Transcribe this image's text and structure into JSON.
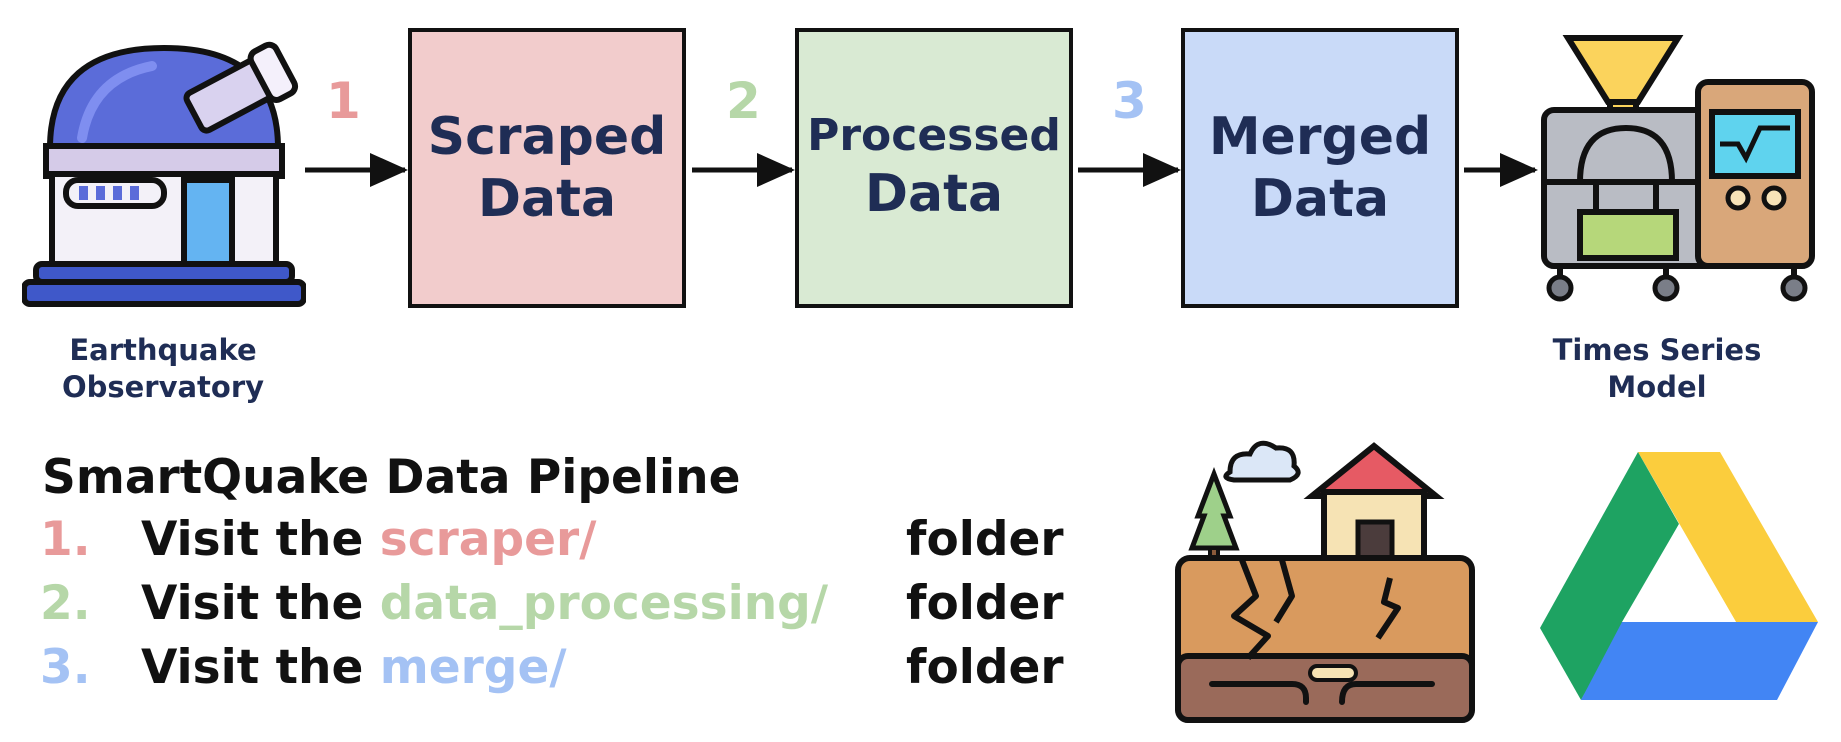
{
  "pipeline": {
    "source": {
      "line1": "Earthquake",
      "line2": "Observatory"
    },
    "stages": [
      {
        "number": "1",
        "line1": "Scraped",
        "line2": "Data",
        "color": "#f2cccc",
        "number_color": "#e89a9a"
      },
      {
        "number": "2",
        "line1": "Processed",
        "line2": "Data",
        "color": "#d9ead3",
        "number_color": "#b6d7a8"
      },
      {
        "number": "3",
        "line1": "Merged",
        "line2": "Data",
        "color": "#c9daf8",
        "number_color": "#a4c2f4"
      }
    ],
    "sink": {
      "line1": "Times Series",
      "line2": "Model"
    }
  },
  "instructions": {
    "title": "SmartQuake Data Pipeline",
    "steps": [
      {
        "number": "1.",
        "prefix": "Visit the",
        "folder": "scraper/",
        "suffix": "folder",
        "color": "#e89a9a"
      },
      {
        "number": "2.",
        "prefix": "Visit the",
        "folder": "data_processing/",
        "suffix": "folder",
        "color": "#b6d7a8"
      },
      {
        "number": "3.",
        "prefix": "Visit the",
        "folder": "merge/",
        "suffix": "folder",
        "color": "#a4c2f4"
      }
    ]
  },
  "icons": {
    "observatory": "observatory-icon",
    "machine": "time-series-machine-icon",
    "earthquake": "earthquake-house-icon",
    "drive": "google-drive-icon"
  }
}
